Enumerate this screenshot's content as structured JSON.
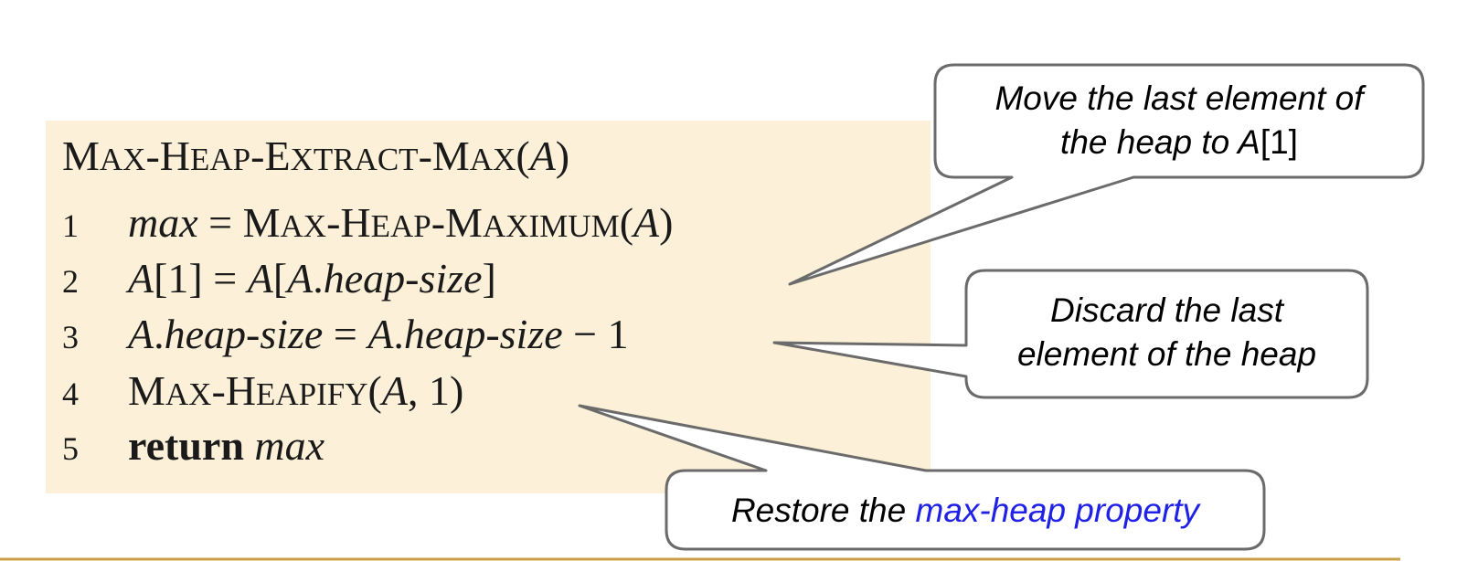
{
  "algorithm": {
    "title_parts": [
      "M",
      "AX",
      "-H",
      "EAP",
      "-E",
      "XTRACT",
      "-M",
      "AX",
      "(",
      "A",
      ")"
    ],
    "lines": [
      {
        "num": "1",
        "parts": [
          "max",
          " = ",
          "M",
          "AX",
          "-H",
          "EAP",
          "-M",
          "AXIMUM",
          "(",
          "A",
          ")"
        ]
      },
      {
        "num": "2",
        "parts": [
          "A",
          "[1] = ",
          "A",
          "[",
          "A",
          ".",
          "heap-size",
          "]"
        ]
      },
      {
        "num": "3",
        "parts": [
          "A",
          ".",
          "heap-size",
          " = ",
          "A",
          ".",
          "heap-size",
          " − 1"
        ]
      },
      {
        "num": "4",
        "parts": [
          "M",
          "AX",
          "-H",
          "EAPIFY",
          "(",
          "A",
          ", 1)"
        ]
      },
      {
        "num": "5",
        "parts": [
          "return",
          " ",
          "max"
        ]
      }
    ]
  },
  "callouts": {
    "move": {
      "line1": "Move the last element of",
      "line2_pre": "the heap to ",
      "line2_a": "A",
      "line2_idx": "[1]"
    },
    "discard": {
      "line1": "Discard the last",
      "line2": "element of the heap"
    },
    "restore": {
      "pre": "Restore the ",
      "link": "max-heap property"
    }
  },
  "colors": {
    "code_background": "#fcf1d8",
    "callout_border": "#6b6b6b",
    "link": "#1f21e6",
    "rule": "#c8a14a"
  }
}
